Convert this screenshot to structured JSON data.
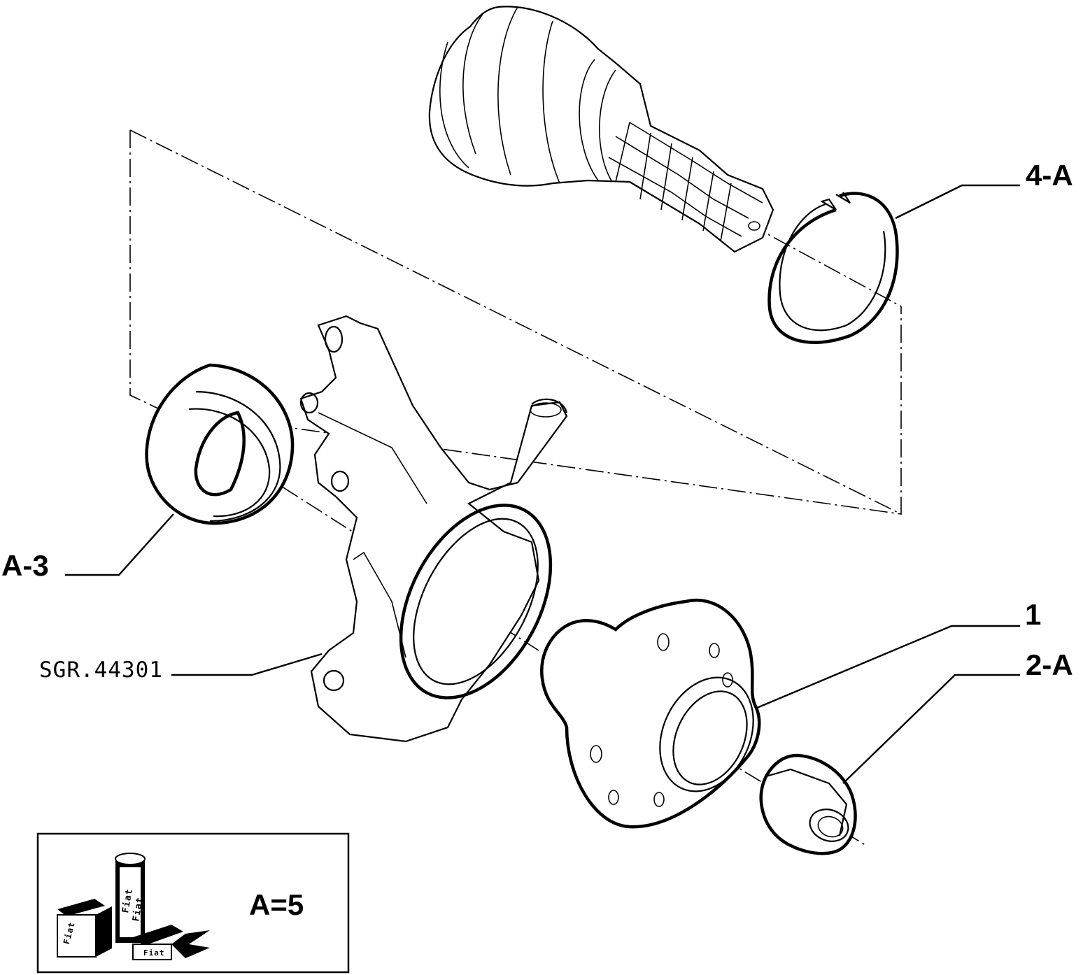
{
  "labels": {
    "ring": "4-A",
    "seal": "A-3",
    "hub": "1",
    "nut": "2-A",
    "knuckle_code": "SGR.44301"
  },
  "legend": {
    "text": "A=5",
    "product_texts": [
      "Fiat",
      "Fiat",
      "Fiat",
      "Fiat"
    ]
  }
}
